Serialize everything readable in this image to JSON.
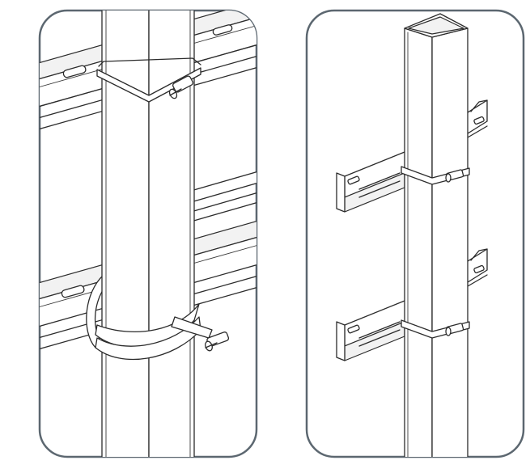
{
  "panels": [
    {
      "name": "strap-wrapping-step",
      "icon": "post-strap-wrap-illustration"
    },
    {
      "name": "post-mounted-result",
      "icon": "post-bracket-mounted-illustration"
    }
  ],
  "colors": {
    "frame": "#5c6770",
    "line": "#2b2b2b",
    "background": "#ffffff"
  }
}
